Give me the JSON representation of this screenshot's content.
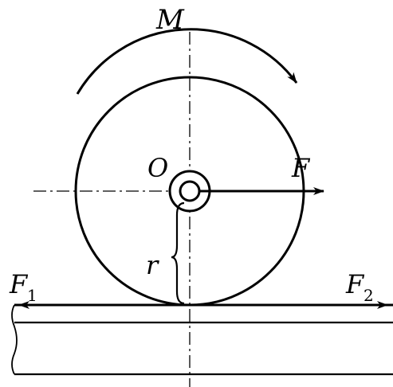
{
  "labels": {
    "moment": "M",
    "center": "O",
    "force": "F",
    "radius": "r",
    "force_left": "F",
    "force_left_sub": "1",
    "force_right": "F",
    "force_right_sub": "2"
  },
  "colors": {
    "stroke": "#000000",
    "background": "#ffffff"
  }
}
